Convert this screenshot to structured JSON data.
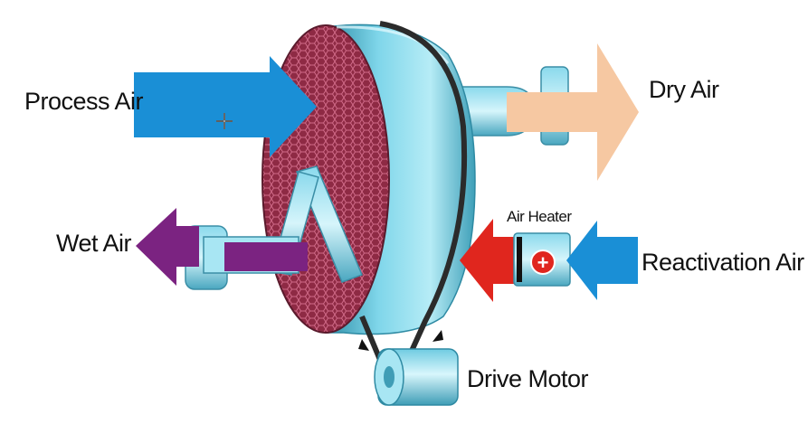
{
  "labels": {
    "process_air": "Process Air",
    "dry_air": "Dry Air",
    "wet_air": "Wet Air",
    "air_heater": "Air Heater",
    "reactivation_air": "Reactivation Air",
    "drive_motor": "Drive Motor"
  },
  "heater_symbol": "+",
  "colors": {
    "process_air_arrow": "#1a8fd6",
    "dry_air_arrow": "#f6c8a2",
    "wet_air_arrow": "#7b2381",
    "heated_air_arrow": "#e0261e",
    "reactivation_air_arrow": "#1a8fd6",
    "rotor_face": "#8e2a44",
    "rotor_body": "#5cc1d9",
    "belt": "#2b2b2b"
  },
  "icons": {
    "cursor": "crosshair-move-cursor-icon",
    "heater": "heater-plus-icon"
  }
}
